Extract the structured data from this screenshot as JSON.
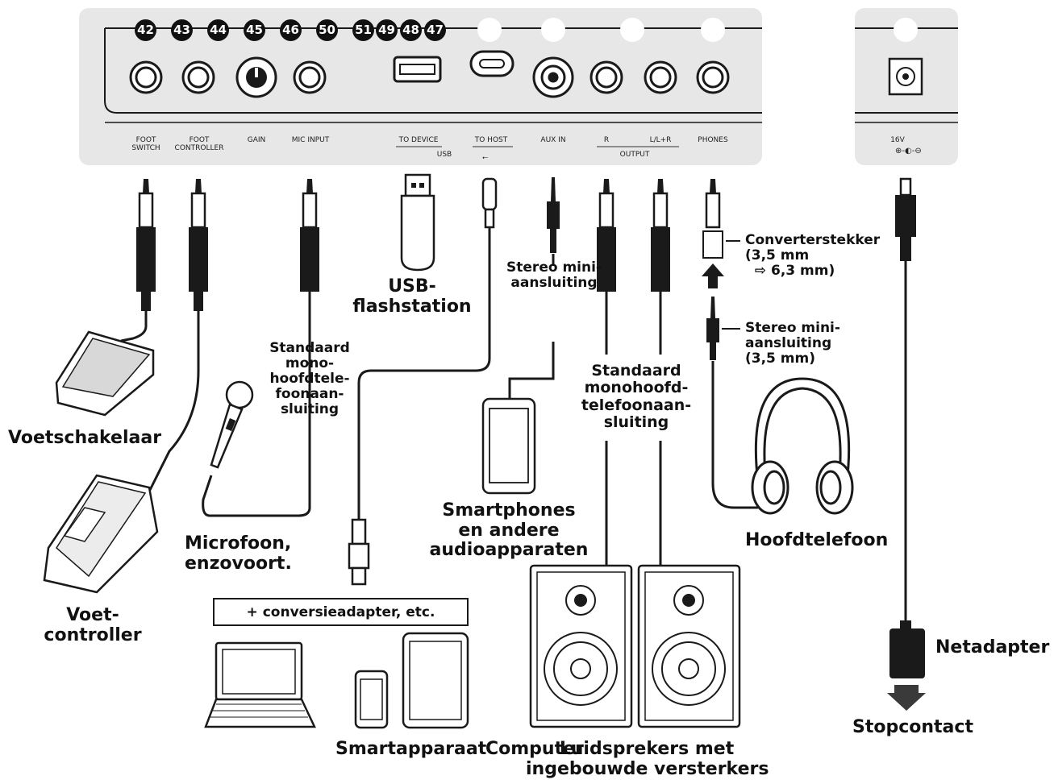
{
  "panel_numbers": [
    "42",
    "43",
    "44",
    "45",
    "46",
    "50",
    "51",
    "49",
    "48",
    "47"
  ],
  "port_labels": {
    "foot_switch": "FOOT\nSWITCH",
    "foot_controller": "FOOT\nCONTROLLER",
    "gain": "GAIN",
    "mic_input": "MIC INPUT",
    "to_device": "TO DEVICE",
    "to_host": "TO HOST",
    "usb": "USB",
    "aux_in": "AUX IN",
    "r": "R",
    "l_l_r": "L/L+R",
    "output": "OUTPUT",
    "phones": "PHONES",
    "dc_in": "16V"
  },
  "labels": {
    "voetschakelaar": "Voetschakelaar",
    "voetcontroller": "Voet-\ncontroller",
    "microfoon": "Microfoon,\nenzovoort.",
    "mono_jack_left": "Standaard\nmono-\nhoofdtele-\nfoonaan-\nsluiting",
    "usb_flash": "USB-\nflashstation",
    "stereo_mini": "Stereo mini-\naansluiting",
    "smartphones": "Smartphones\nen andere\naudioapparaten",
    "mono_jack_right": "Standaard\nmonohoofd-\ntelefoonaan-\nsluiting",
    "converter": "Converterstekker\n(3,5 mm\n  ⇨ 6,3 mm)",
    "stereo_mini_35": "Stereo mini-\naansluiting\n(3,5 mm)",
    "hoofdtelefoon": "Hoofdtelefoon",
    "conversie": "+ conversieadapter, etc.",
    "smartapparaat": "Smartapparaat",
    "computer": "Computer",
    "luidsprekers": "Luidsprekers met\ningebouwde versterkers",
    "netadapter": "Netadapter",
    "stopcontact": "Stopcontact"
  }
}
